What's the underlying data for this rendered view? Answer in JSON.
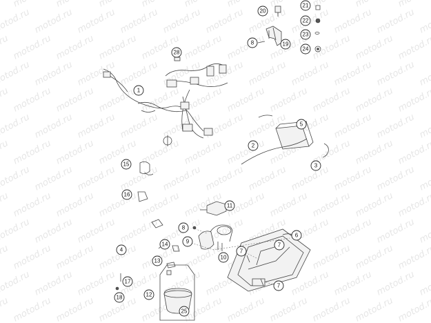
{
  "watermark": "motod.ru",
  "callouts": [
    "1",
    "2",
    "3",
    "4",
    "5",
    "6",
    "7",
    "7",
    "7",
    "8",
    "8",
    "9",
    "10",
    "11",
    "12",
    "13",
    "14",
    "15",
    "16",
    "17",
    "18",
    "19",
    "20",
    "21",
    "22",
    "23",
    "24",
    "25",
    "28"
  ]
}
